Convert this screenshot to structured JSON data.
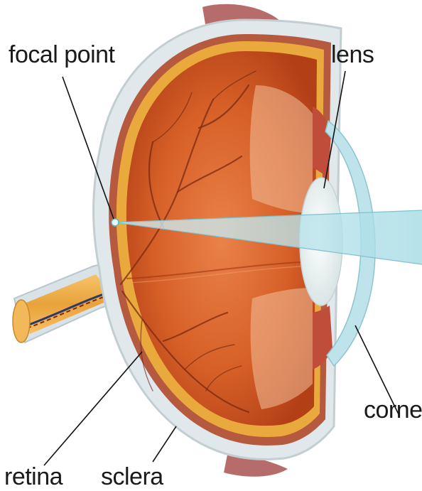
{
  "labels": {
    "focal_point": "focal point",
    "lens": "lens",
    "cornea": "cornea",
    "retina": "retina",
    "sclera": "sclera"
  },
  "colors": {
    "vitreous": "#d9652a",
    "vitreous_dark": "#b8431a",
    "sclera": "#dfe6ea",
    "retina": "#e7a53a",
    "choroid": "#b34a3a",
    "cornea": "#bfe3ea",
    "lens": "#eef3f3",
    "light_ray": "#a9dde6",
    "optic_nerve": "#f2b14a",
    "vessel": "#7a2a12"
  }
}
